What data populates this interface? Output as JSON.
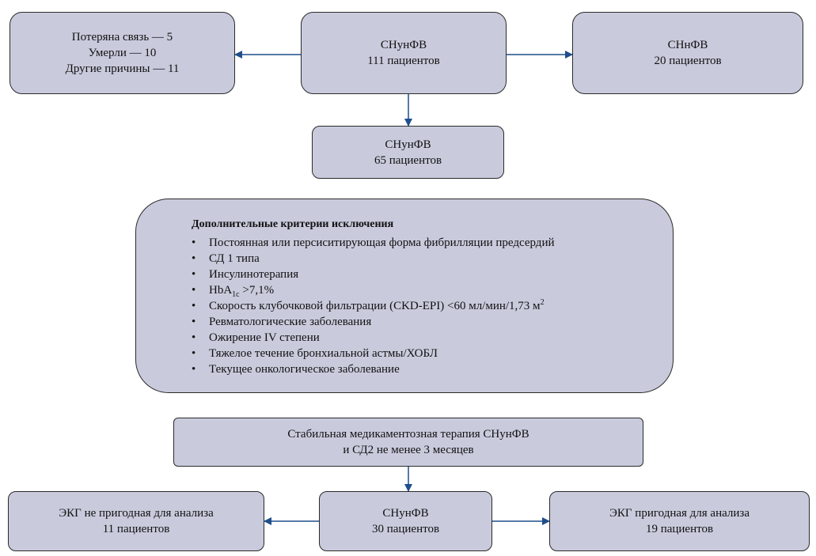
{
  "colors": {
    "box_fill": "#c9cbdd",
    "border": "#2a2a2a",
    "arrow": "#1f4e8c"
  },
  "top_left": {
    "lines": [
      "Потеряна связь — 5",
      "Умерли — 10",
      "Другие причины — 11"
    ]
  },
  "top_center": {
    "title": "СНунФВ",
    "count": "111 пациентов"
  },
  "top_right": {
    "title": "СНнФВ",
    "count": "20 пациентов"
  },
  "second": {
    "title": "СНунФВ",
    "count": "65 пациентов"
  },
  "criteria": {
    "title": "Дополнительные критерии исключения",
    "bullet": "•",
    "items": [
      "Постоянная или персиситирующая форма фибрилляции предсердий",
      "СД 1 типа",
      "Инсулинотерапия",
      {
        "prefix": "HbA",
        "sub": "1c",
        "suffix": " >7,1%"
      },
      {
        "text": "Скорость клубочковой фильтрации (CKD-EPI) <60 мл/мин/1,73 м",
        "sup": "2"
      },
      "Ревматологические заболевания",
      "Ожирение IV степени",
      "Тяжелое течение бронхиальной астмы/ХОБЛ",
      "Текущее онкологическое заболевание"
    ]
  },
  "stable": {
    "lines": [
      "Стабильная медикаментозная терапия СНунФВ",
      "и СД2 не менее 3 месяцев"
    ]
  },
  "bottom_left": {
    "title": "ЭКГ не пригодная для анализа",
    "count": "11 пациентов"
  },
  "bottom_center": {
    "title": "СНунФВ",
    "count": "30 пациентов"
  },
  "bottom_right": {
    "title": "ЭКГ пригодная для анализа",
    "count": "19 пациентов"
  }
}
